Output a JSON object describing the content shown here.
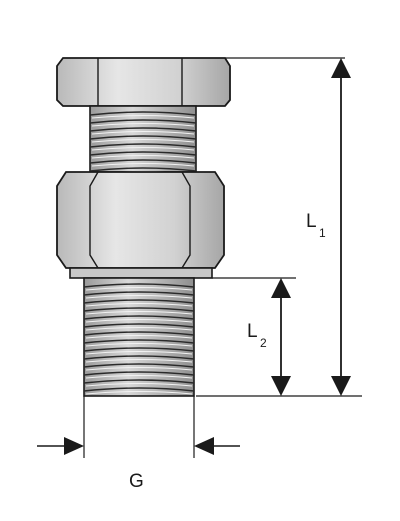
{
  "labels": {
    "l1_main": "L",
    "l1_sub": "1",
    "l2_main": "L",
    "l2_sub": "2",
    "g": "G"
  },
  "colors": {
    "metal_light": "#e2e2e2",
    "metal_mid": "#cfcfcf",
    "metal_dark": "#a8a8a8",
    "outline": "#1a1a1a"
  }
}
